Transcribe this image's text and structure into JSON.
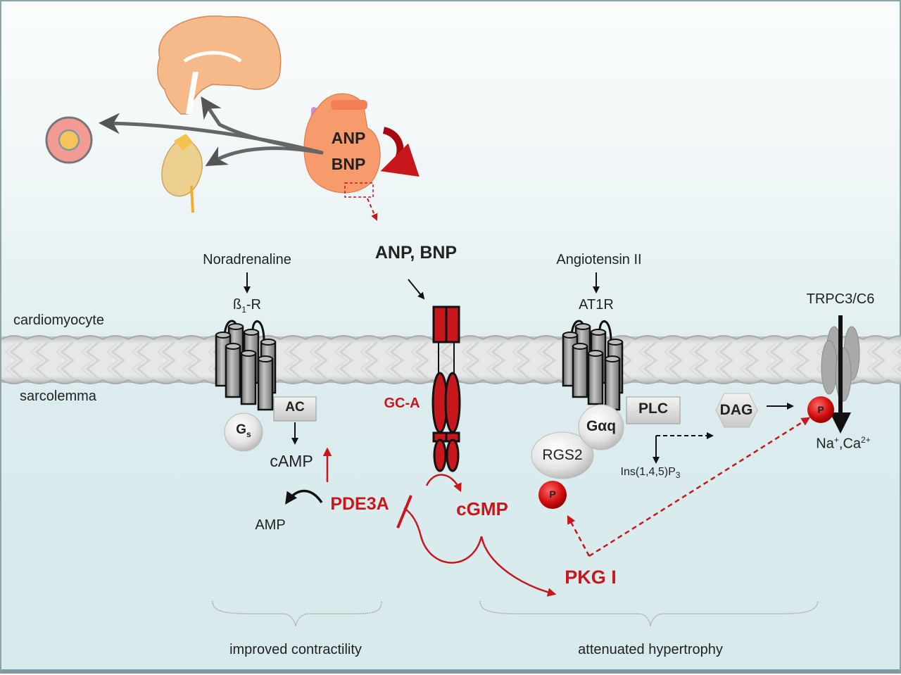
{
  "organs": {
    "heart_label_1": "ANP",
    "heart_label_2": "BNP",
    "targets": [
      "brain",
      "vessel",
      "kidney"
    ]
  },
  "membrane": {
    "outside_label": "cardiomyocyte",
    "inside_label": "sarcolemma"
  },
  "beta_pathway": {
    "ligand": "Noradrenaline",
    "receptor": "ß",
    "receptor_sub": "1",
    "receptor_suffix": "-R",
    "enzyme": "AC",
    "g_protein": "G",
    "g_protein_sub": "s",
    "second_messenger": "cAMP",
    "product": "AMP",
    "pde": "PDE3A"
  },
  "gca_pathway": {
    "ligands": "ANP, BNP",
    "receptor": "GC-A",
    "messenger": "cGMP",
    "kinase": "PKG I"
  },
  "at1_pathway": {
    "ligand": "Angiotensin II",
    "receptor": "AT1R",
    "enzyme": "PLC",
    "g_protein": "Gαq",
    "regulator": "RGS2",
    "ip3": "Ins(1,4,5)P",
    "ip3_sub": "3",
    "dag": "DAG",
    "phospho": "P"
  },
  "trpc": {
    "channel": "TRPC3/C6",
    "ions_na": "Na",
    "ions_na_sup": "+",
    "ions_ca": ",Ca",
    "ions_ca_sup": "2+"
  },
  "outcomes": {
    "left": "improved contractility",
    "right": "attenuated hypertrophy"
  },
  "colors": {
    "accent_red": "#c8171c",
    "receptor_gray": "#9a9a9a",
    "membrane_gray": "#c9cccc"
  }
}
